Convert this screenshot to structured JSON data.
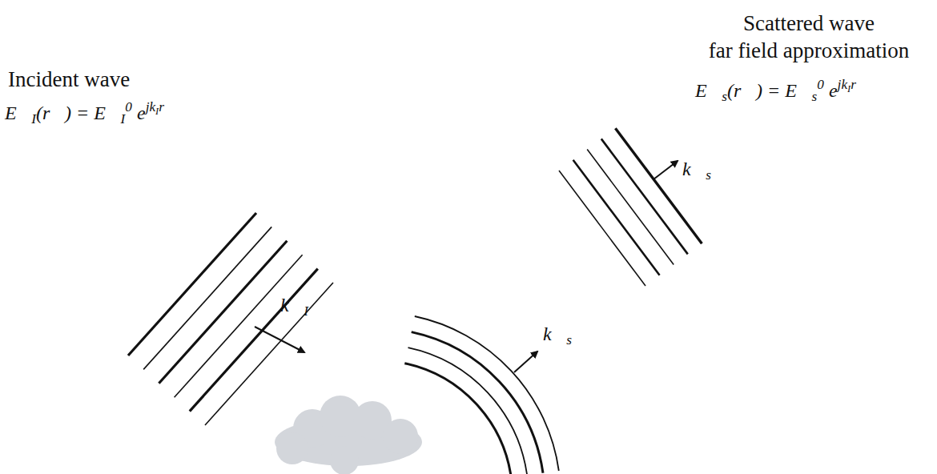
{
  "diagram": {
    "labels": [
      "Scattered wave",
      "far field approximation",
      "E⃗s(r⃗) = E⃗s0 ejkIr",
      "Incident wave",
      "E⃗I(r⃗) = E⃗I0 ejkIr",
      "k⃗s",
      "k⃗s",
      "k⃗I"
    ]
  }
}
